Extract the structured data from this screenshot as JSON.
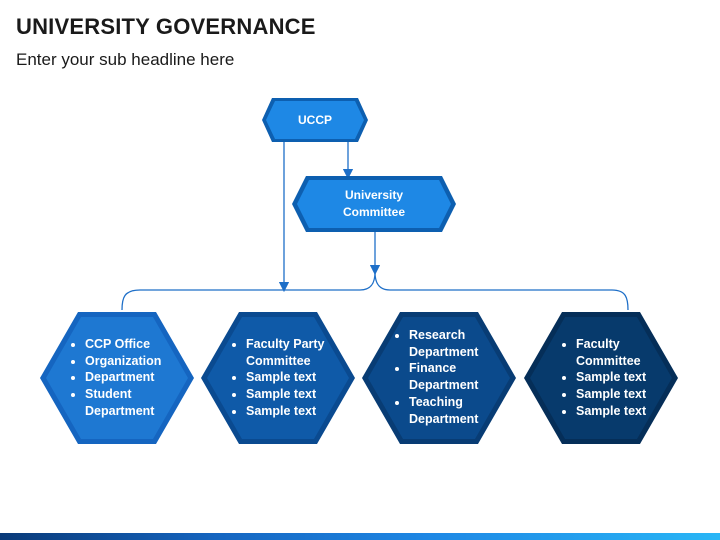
{
  "header": {
    "title": "UNIVERSITY GOVERNANCE",
    "subtitle": "Enter your sub headline here"
  },
  "diagram": {
    "top_node": {
      "label": "UCCP"
    },
    "mid_node": {
      "label_line1": "University",
      "label_line2": "Committee"
    },
    "hexagons": [
      {
        "color": "#1e78d2",
        "items": [
          "CCP Office",
          "Organization",
          "Department",
          "Student Department"
        ]
      },
      {
        "color": "#0f5aa8",
        "items": [
          "Faculty Party Committee",
          "Sample text",
          "Sample text",
          "Sample text"
        ]
      },
      {
        "color": "#0b4a8c",
        "items": [
          "Research Department",
          "Finance Department",
          "Teaching Department"
        ]
      },
      {
        "color": "#073a6c",
        "items": [
          "Faculty Committee",
          "Sample text",
          "Sample text",
          "Sample text"
        ]
      }
    ]
  },
  "colors": {
    "connector": "#1e6fc8",
    "node_fill": "#1e88e5",
    "node_border": "#0d5fb0"
  }
}
